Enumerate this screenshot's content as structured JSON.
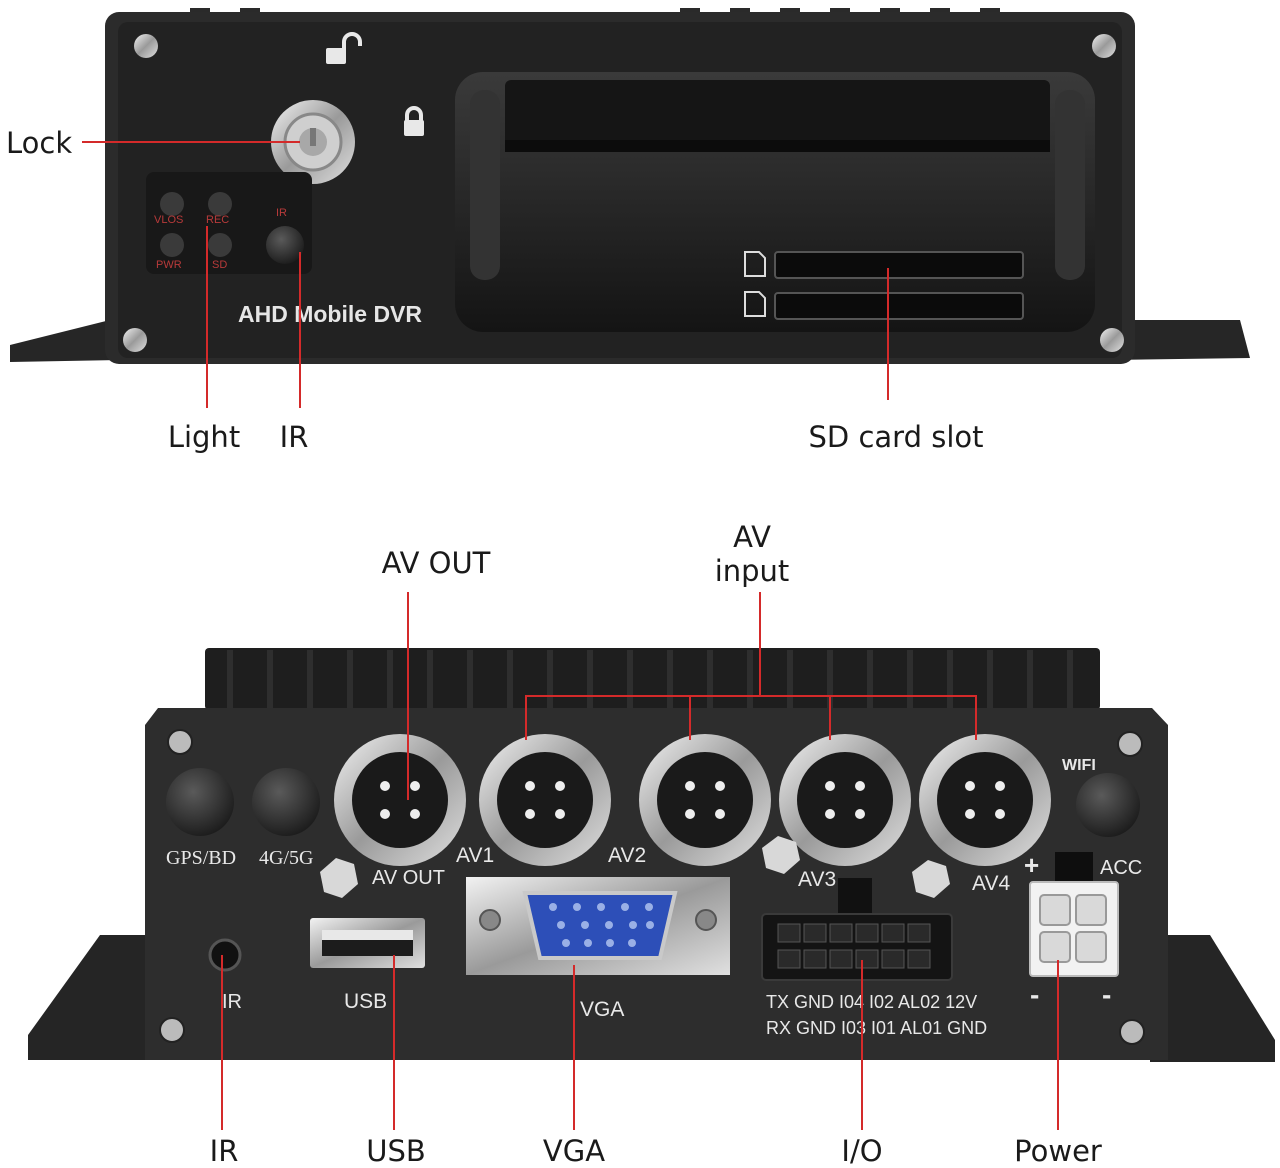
{
  "front": {
    "brand_text": "AHD Mobile DVR",
    "led_labels": [
      "VLOS",
      "REC",
      "PWR",
      "SD",
      "IR"
    ],
    "callouts": {
      "lock": "Lock",
      "light": "Light",
      "ir": "IR",
      "sd_card_slot": "SD card slot"
    }
  },
  "rear": {
    "panel_labels": {
      "gps": "GPS/BD",
      "cellular": "4G/5G",
      "av_out": "AV OUT",
      "av1": "AV1",
      "av2": "AV2",
      "av3": "AV3",
      "av4": "AV4",
      "wifi": "WIFI",
      "acc": "ACC",
      "plus": "+",
      "minus_left": "-",
      "minus_right": "-",
      "ir": "IR",
      "usb": "USB",
      "vga": "VGA",
      "io_row1": "TX GND I04 I02 AL02 12V",
      "io_row2": "RX GND I03 I01 AL01 GND"
    },
    "callouts": {
      "av_out": "AV OUT",
      "av_input_line1": "AV",
      "av_input_line2": "input",
      "ir": "IR",
      "usb": "USB",
      "vga": "VGA",
      "io": "I/O",
      "power": "Power"
    }
  },
  "colors": {
    "device_body": "#2b2b2b",
    "device_face": "#1f1f1f",
    "callout_line": "#d42a2a",
    "vga_blue": "#3a5fc8",
    "metal": "#bdbdbd"
  }
}
